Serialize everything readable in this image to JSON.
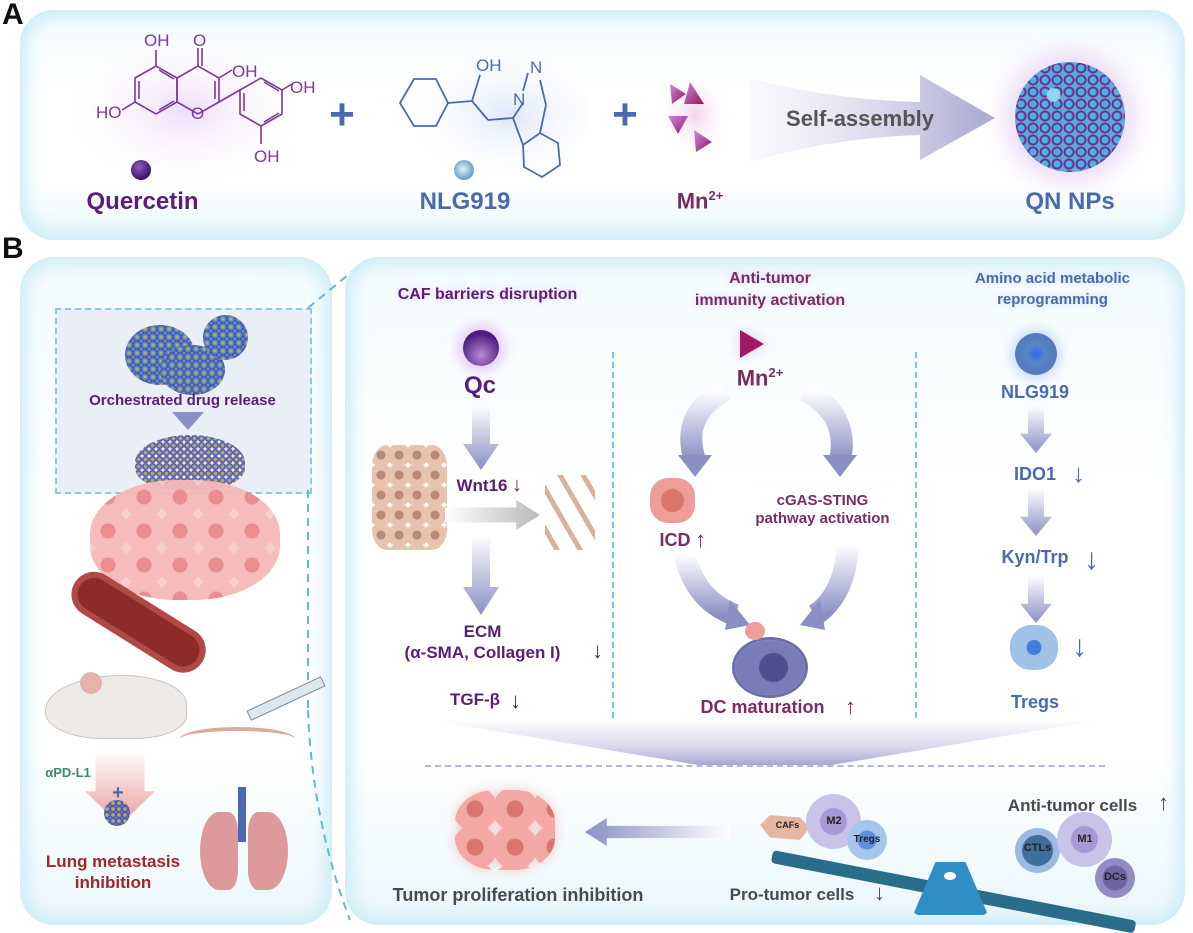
{
  "panel_a": {
    "letter": "A",
    "components": [
      {
        "name": "Quercetin",
        "structure_labels": [
          "OH",
          "O",
          "OH",
          "OH",
          "HO",
          "O",
          "OH"
        ]
      },
      {
        "name": "NLG919",
        "structure_labels": [
          "OH",
          "N",
          "N"
        ]
      },
      {
        "name": "Mn",
        "superscript": "2+"
      }
    ],
    "plus_sign": "+",
    "process_label": "Self-assembly",
    "product": "QN NPs"
  },
  "panel_b": {
    "letter": "B",
    "left": {
      "release_label": "Orchestrated drug release",
      "antibody_label": "αPD-L1",
      "plus_sign": "+",
      "outcome": [
        "Lung metastasis",
        "inhibition"
      ]
    },
    "columns": [
      {
        "title": [
          "CAF barriers disruption"
        ],
        "agent": "Qc",
        "steps": [
          {
            "label": "Wnt16",
            "trend": "down"
          },
          {
            "label": "ECM",
            "trend": ""
          },
          {
            "label": "(α-SMA, Collagen I)",
            "trend": "down"
          },
          {
            "label": "TGF-β",
            "trend": "down"
          }
        ]
      },
      {
        "title": [
          "Anti-tumor",
          "immunity activation"
        ],
        "agent": "Mn",
        "agent_superscript": "2+",
        "steps": [
          {
            "label": "ICD",
            "trend": "up"
          },
          {
            "label": "cGAS-STING",
            "trend": ""
          },
          {
            "label": "pathway activation",
            "trend": ""
          },
          {
            "label": "DC maturation",
            "trend": "up"
          }
        ]
      },
      {
        "title": [
          "Amino acid metabolic",
          "reprogramming"
        ],
        "agent": "NLG919",
        "steps": [
          {
            "label": "IDO1",
            "trend": "down"
          },
          {
            "label": "Kyn/Trp",
            "trend": "down"
          },
          {
            "label": "Tregs",
            "trend": "down"
          }
        ]
      }
    ],
    "bottom": {
      "tumor_label": "Tumor proliferation inhibition",
      "pro_tumor_label": "Pro-tumor cells",
      "pro_tumor_trend": "down",
      "anti_tumor_label": "Anti-tumor cells",
      "anti_tumor_trend": "up",
      "pro_tumor_cells": [
        "CAFs",
        "M2",
        "Tregs"
      ],
      "anti_tumor_cells": [
        "CTLs",
        "M1",
        "DCs"
      ]
    }
  },
  "colors": {
    "quercetin": "#5a1d78",
    "nlg919": "#4a6ab0",
    "mn": "#7a2d62",
    "arrow": "#8b8fc4",
    "panel_glow": "#c8ebf7",
    "dash": "#7cc6dd",
    "lung_red": "#a3262a",
    "seesaw": "#2a6d8a",
    "fulcrum": "#2f8ec4"
  }
}
